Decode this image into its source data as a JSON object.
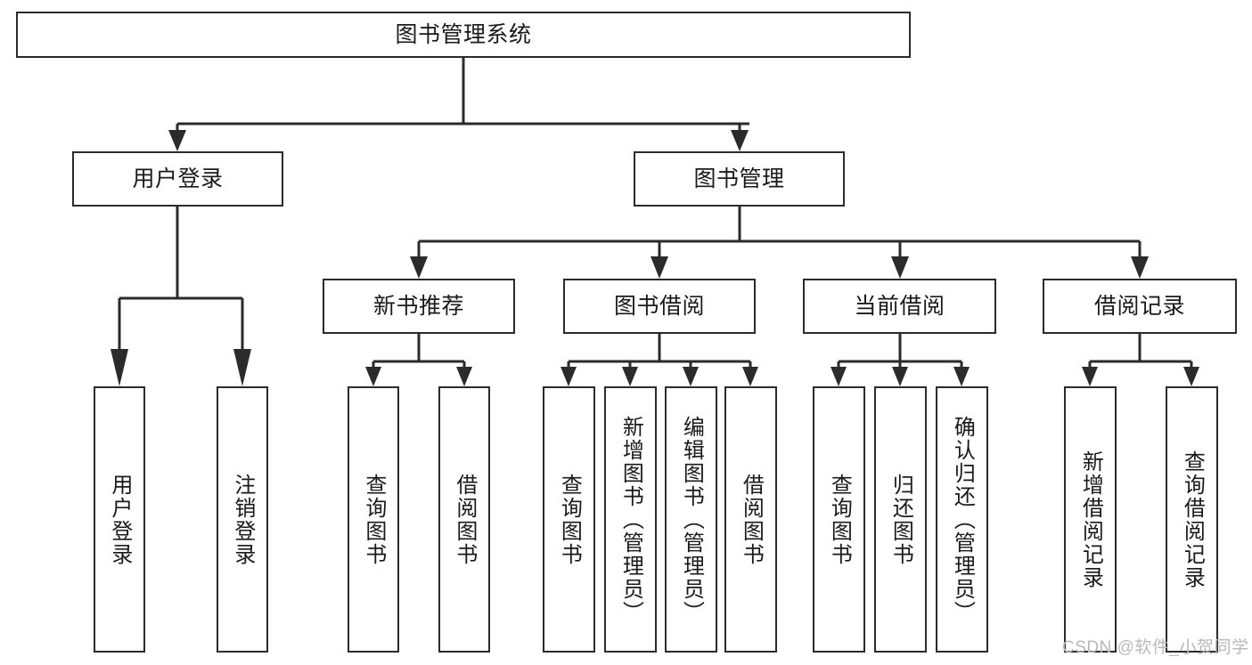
{
  "diagram": {
    "type": "tree-hierarchy-chart",
    "title_node": {
      "label": "图书管理系统"
    },
    "level2": [
      {
        "id": "user-login",
        "label": "用户登录"
      },
      {
        "id": "book-management",
        "label": "图书管理"
      }
    ],
    "level3": [
      {
        "id": "new-book-recommend",
        "label": "新书推荐"
      },
      {
        "id": "book-borrow",
        "label": "图书借阅"
      },
      {
        "id": "current-borrow",
        "label": "当前借阅"
      },
      {
        "id": "borrow-record",
        "label": "借阅记录"
      }
    ],
    "leaves": {
      "user_login": [
        {
          "id": "leaf-user-login",
          "label": "用户登录"
        },
        {
          "id": "leaf-logout-login",
          "label": "注销登录"
        }
      ],
      "new_book_recommend": [
        {
          "id": "leaf-query-book-1",
          "label": "查询图书"
        },
        {
          "id": "leaf-borrow-book-1",
          "label": "借阅图书"
        }
      ],
      "book_borrow": [
        {
          "id": "leaf-query-book-2",
          "label": "查询图书"
        },
        {
          "id": "leaf-add-book",
          "label": "新增图书（管理员）"
        },
        {
          "id": "leaf-edit-book",
          "label": "编辑图书（管理员）"
        },
        {
          "id": "leaf-borrow-book-2",
          "label": "借阅图书"
        }
      ],
      "current_borrow": [
        {
          "id": "leaf-query-book-3",
          "label": "查询图书"
        },
        {
          "id": "leaf-return-book",
          "label": "归还图书"
        },
        {
          "id": "leaf-confirm-return",
          "label": "确认归还（管理员）"
        }
      ],
      "borrow_record": [
        {
          "id": "leaf-add-record",
          "label": "新增借阅记录"
        },
        {
          "id": "leaf-query-record",
          "label": "查询借阅记录"
        }
      ]
    }
  },
  "watermark": {
    "text": "CSDN @软件_小贺同学"
  },
  "colors": {
    "stroke": "#2b2b2b",
    "background": "#ffffff",
    "text": "#1a1a1a",
    "watermark": "#b9b9b9"
  }
}
